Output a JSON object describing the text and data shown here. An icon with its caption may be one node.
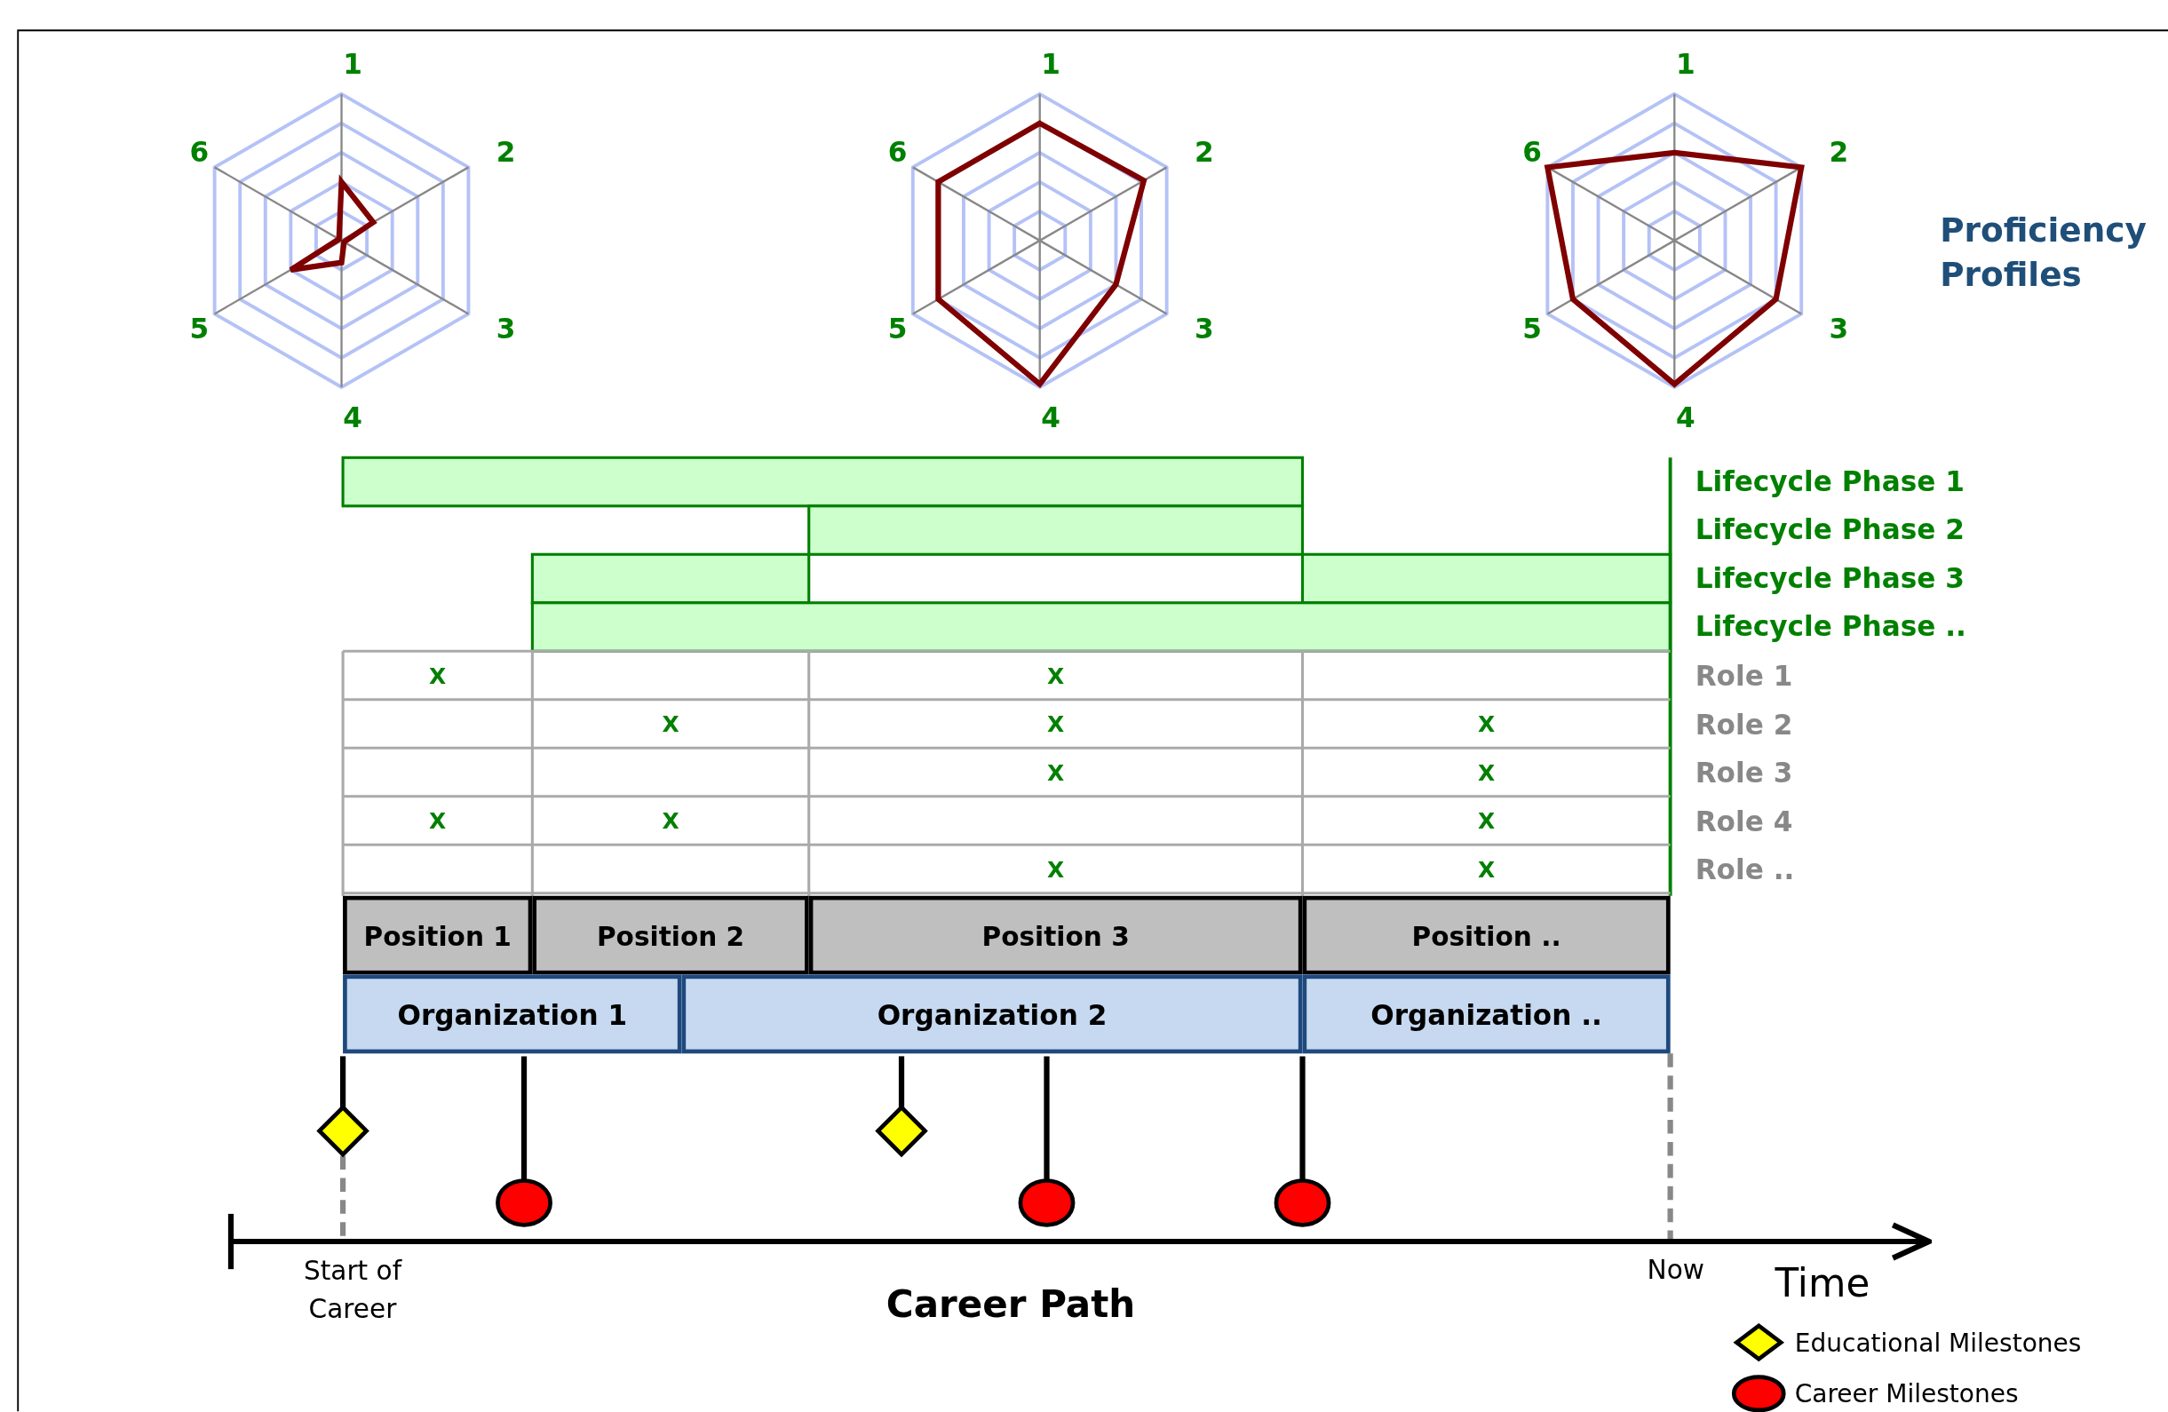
{
  "diagram": {
    "title": "Career Path",
    "nodes": [
      {
        "text": [
          "Position 1"
        ]
      },
      {
        "text": [
          "Position 2"
        ]
      },
      {
        "text": [
          "Position 3"
        ]
      },
      {
        "text": [
          "Position .."
        ]
      },
      {
        "text": [
          "Organization 1"
        ]
      },
      {
        "text": [
          "Organization 2"
        ]
      },
      {
        "text": [
          "Organization .."
        ]
      }
    ],
    "edges": [],
    "labels": [
      "1",
      "2",
      "3",
      "4",
      "5",
      "6",
      "1",
      "2",
      "3",
      "4",
      "5",
      "6",
      "1",
      "2",
      "3",
      "4",
      "5",
      "6",
      "Proficiency Profiles",
      "Lifecycle Phase 1",
      "Lifecycle Phase 2",
      "Lifecycle Phase 3",
      "Lifecycle Phase ..",
      "X",
      "X",
      "Role 1",
      "X",
      "X",
      "X",
      "Role 2",
      "X",
      "X",
      "Role 3",
      "X",
      "X",
      "X",
      "Role 4",
      "X",
      "X",
      "Role ..",
      "Start of Career",
      "Now",
      "Time"
    ],
    "legend": [
      {
        "text": "Educational Milestones"
      },
      {
        "text": "Career Milestones"
      }
    ]
  }
}
